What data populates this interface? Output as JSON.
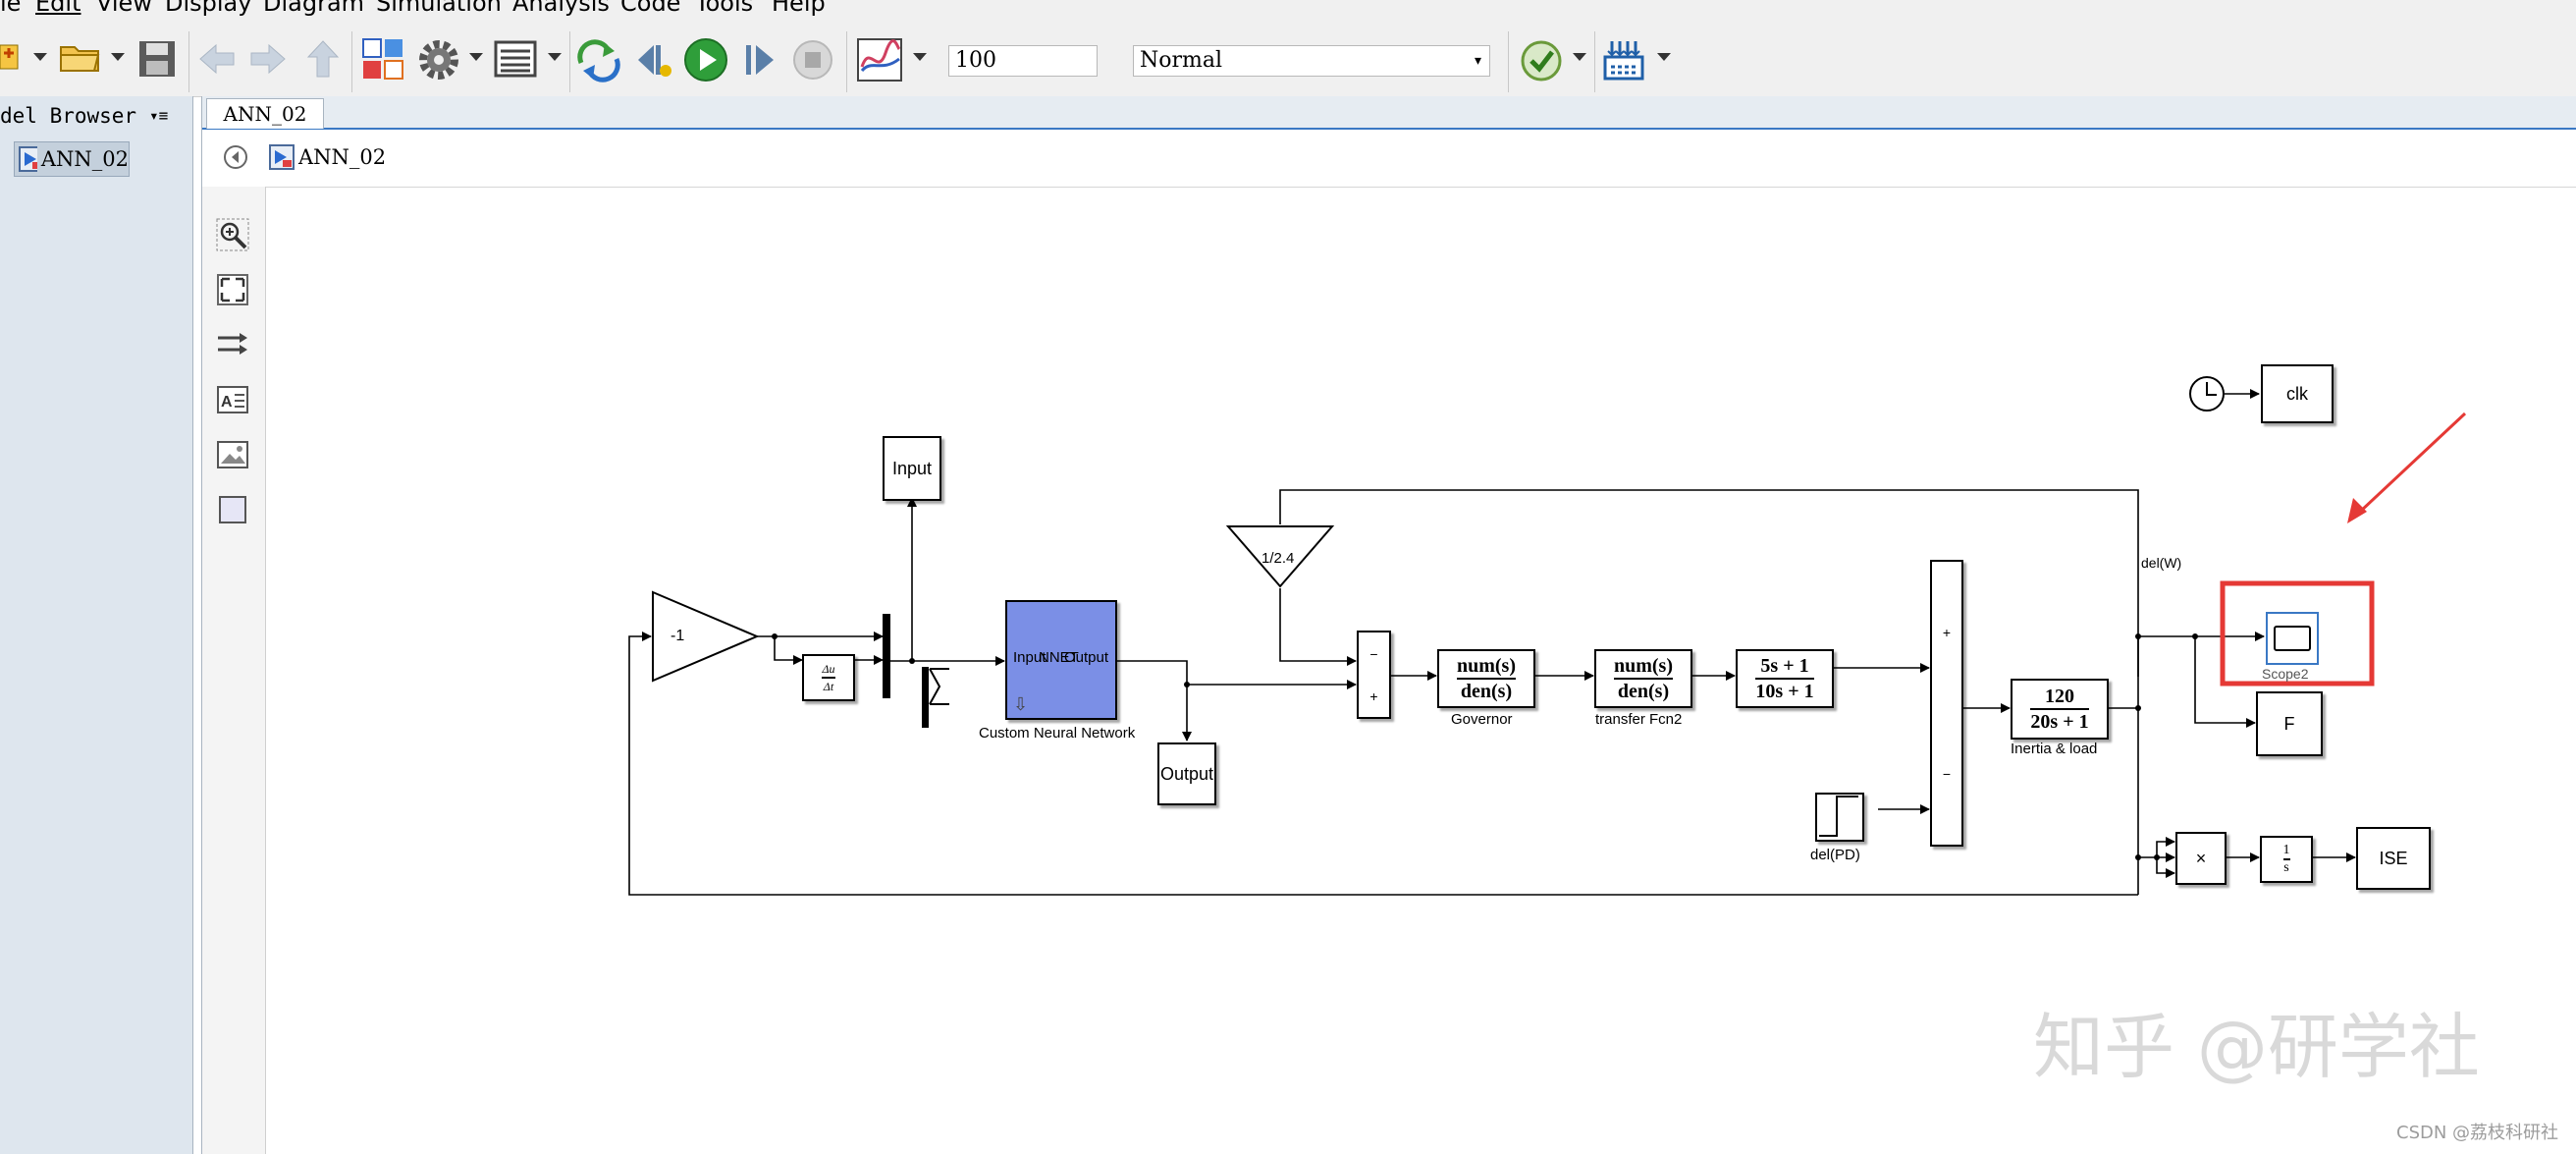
{
  "menu": {
    "file": "le",
    "edit": "Edit",
    "view": "View",
    "display": "Display",
    "diagram": "Diagram",
    "simulation": "Simulation",
    "analysis": "Analysis",
    "code": "Code",
    "tools": "Tools",
    "help": "Help"
  },
  "toolbar": {
    "stop_time": "100",
    "sim_mode": "Normal"
  },
  "browser": {
    "title": "del Browser",
    "root_item": "ANN_02"
  },
  "editor": {
    "tab": "ANN_02",
    "breadcrumb": "ANN_02"
  },
  "diagram": {
    "gain_block": "-1",
    "derivative_num": "Δu",
    "derivative_den": "Δt",
    "input_block": "Input",
    "nn_in_port": "Input",
    "nn_name": "NNET",
    "nn_out_port": "Output",
    "nn_label": "Custom Neural Network",
    "output_block": "Output",
    "gain2_block": "1/2.4",
    "sum_minus": "−",
    "sum_plus": "+",
    "governor_num": "num(s)",
    "governor_den": "den(s)",
    "governor_label": "Governor",
    "tf2_num": "num(s)",
    "tf2_den": "den(s)",
    "tf2_label": "transfer Fcn2",
    "tf3_num": "5s + 1",
    "tf3_den": "10s + 1",
    "sum2_plus": "+",
    "sum2_minus": "−",
    "step_label": "del(PD)",
    "inertia_num": "120",
    "inertia_den": "20s + 1",
    "inertia_label": "Inertia & load",
    "signal_label": "del(W)",
    "clk_block": "clk",
    "scope_label": "Scope2",
    "f_block": "F",
    "product_block": "×",
    "integrator_num": "1",
    "integrator_den": "s",
    "ise_block": "ISE"
  },
  "watermark": {
    "main": "知乎 @研学社",
    "credit": "CSDN @荔枝科研社"
  },
  "colors": {
    "highlight_red": "#e53935",
    "nn_block_blue": "#7b8fe6",
    "selection_blue": "#3a78c4"
  }
}
